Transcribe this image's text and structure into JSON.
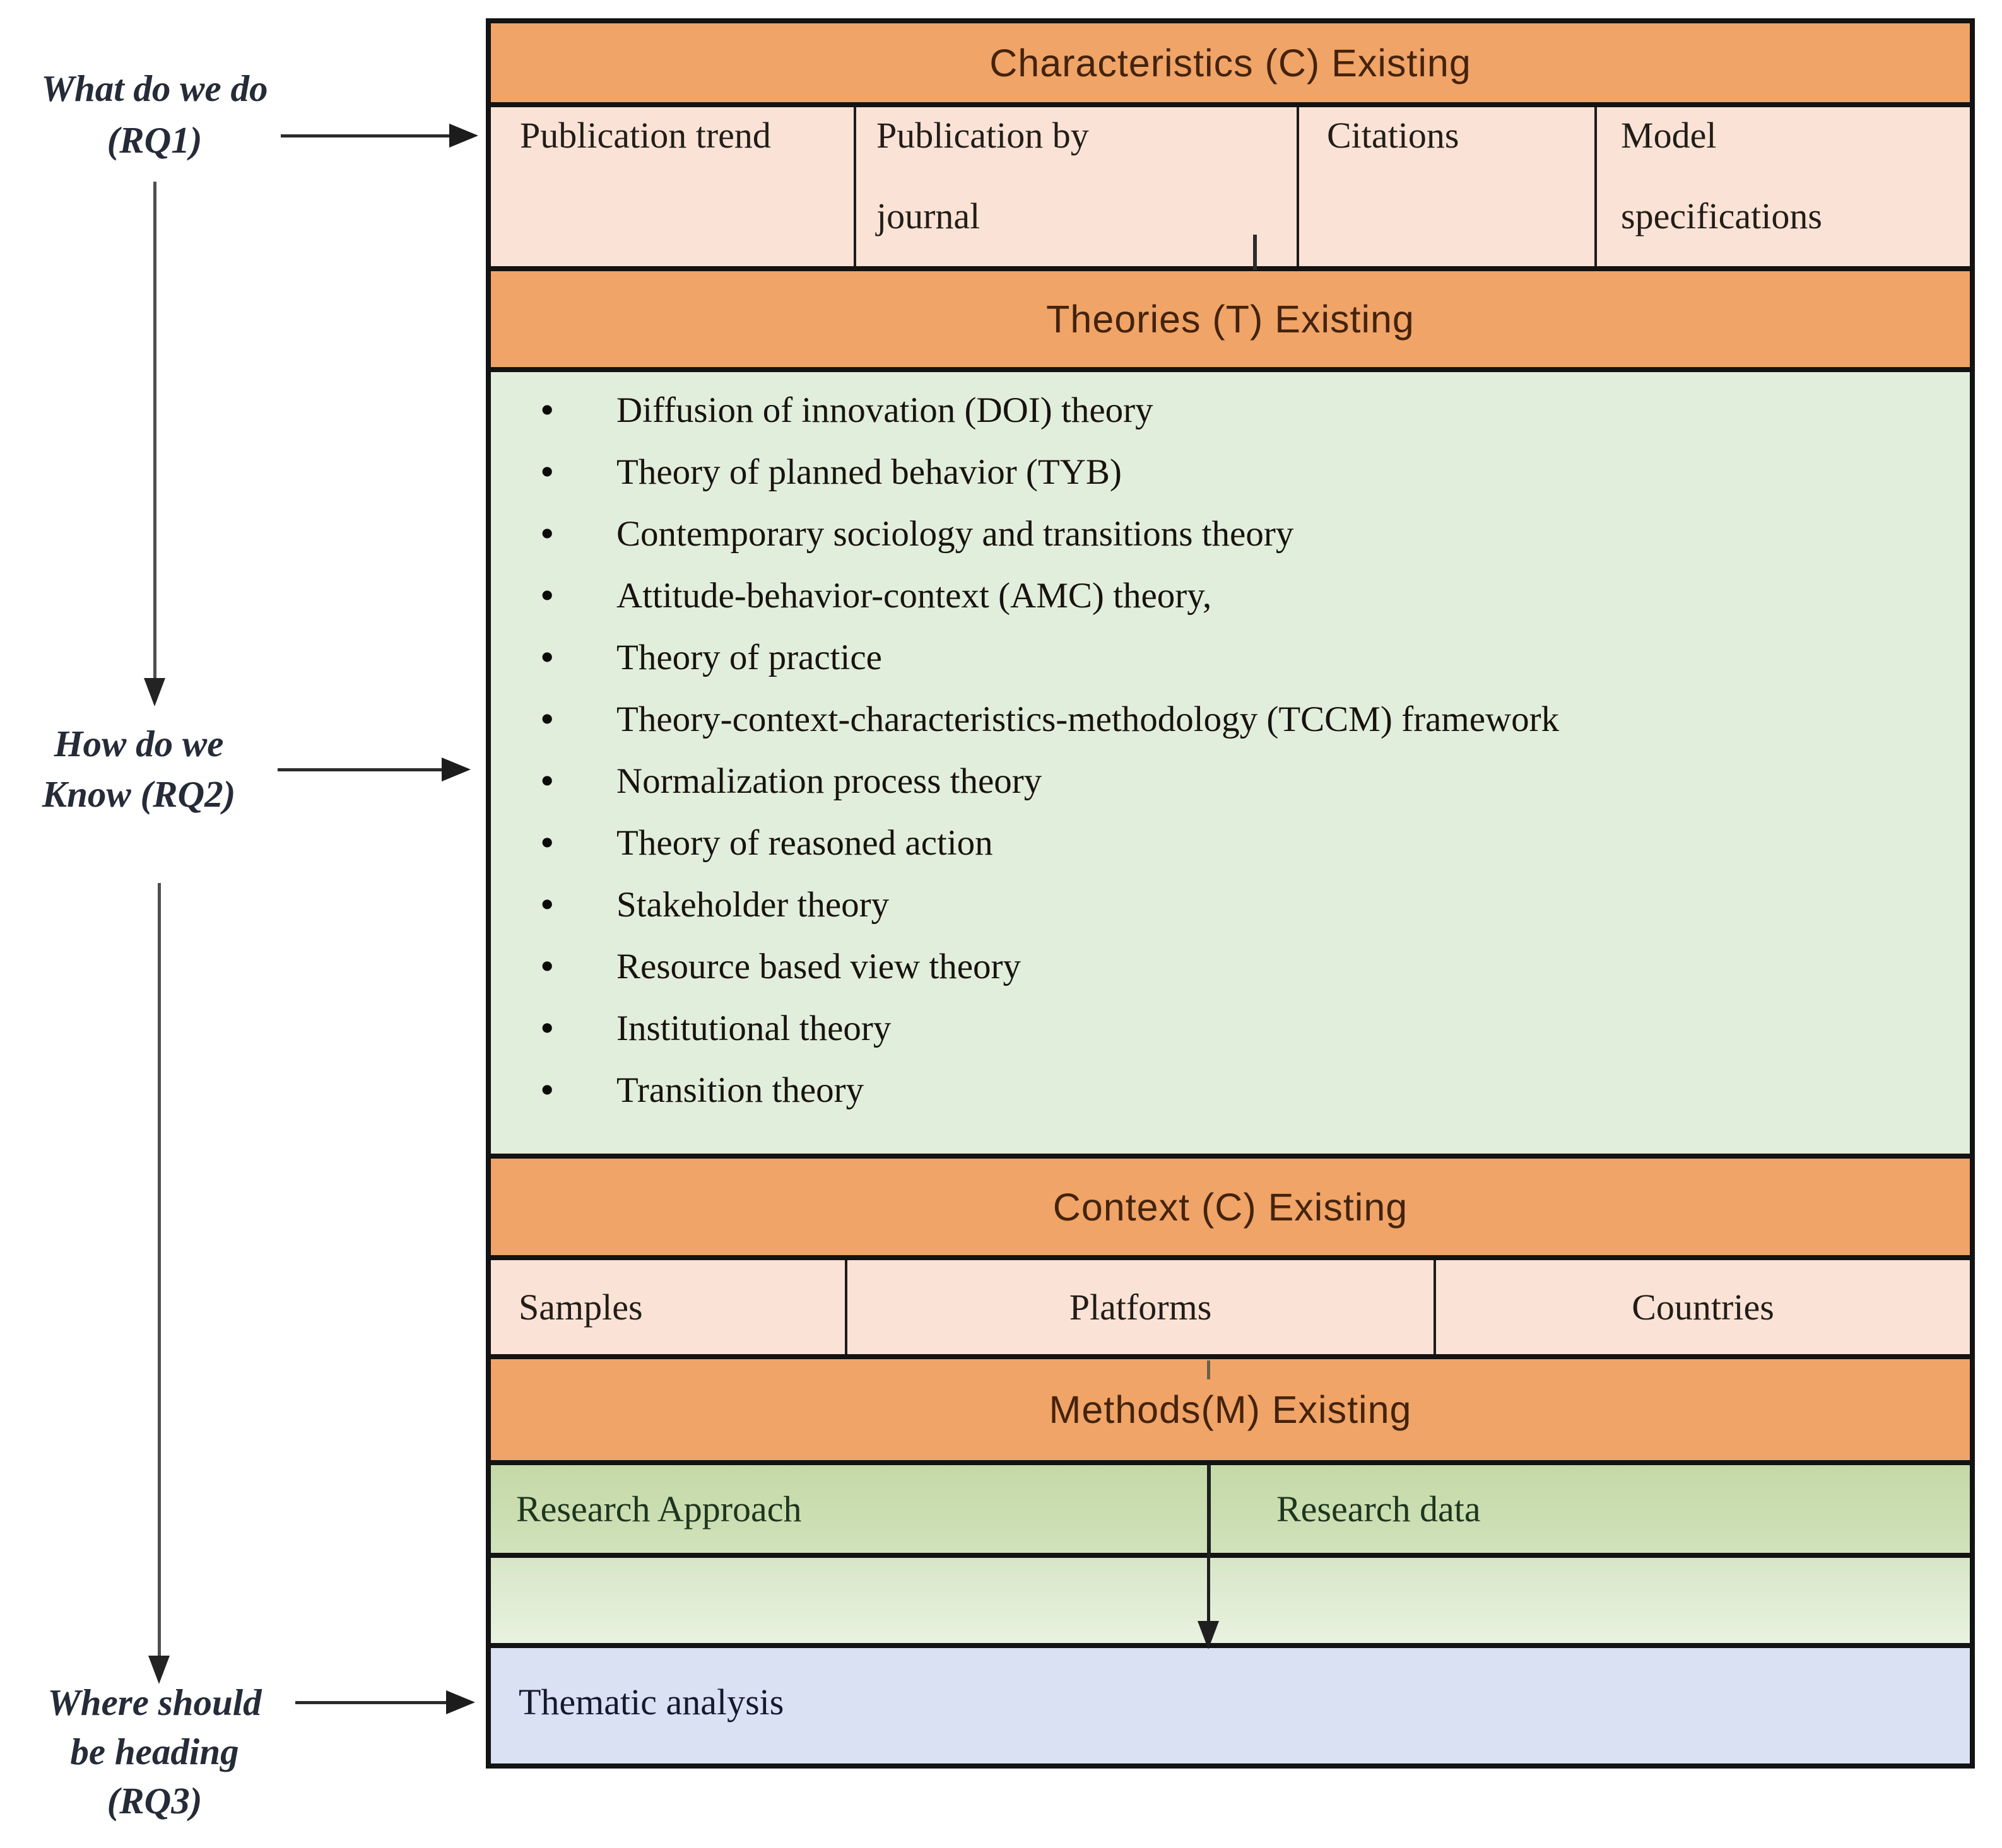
{
  "colors": {
    "header_orange": "#F0A467",
    "peach_cell": "#FAE3D6",
    "theories_green": "#E2EEDC",
    "methods_green": "#C9DCAD",
    "empty_row_green": "#DDEACD",
    "thematic_blue": "#D9E1F3",
    "border_black": "#131313"
  },
  "annotations": {
    "rq1": {
      "line1": "What do we do",
      "line2": "(RQ1)"
    },
    "rq2": {
      "line1": "How do we",
      "line2": "Know (RQ2)"
    },
    "rq3": {
      "line1": "Where should",
      "line2": "be heading",
      "line3": "(RQ3)"
    }
  },
  "table": {
    "characteristics": {
      "header": "Characteristics (C) Existing",
      "cells": [
        {
          "lines": [
            "Publication trend"
          ]
        },
        {
          "lines": [
            "Publication by",
            "journal"
          ]
        },
        {
          "lines": [
            "Citations"
          ]
        },
        {
          "lines": [
            "Model",
            "specifications"
          ]
        }
      ]
    },
    "theories": {
      "header": "Theories (T) Existing",
      "items": [
        "Diffusion of innovation (DOI) theory",
        "Theory of planned behavior (TYB)",
        "Contemporary sociology and transitions theory",
        "Attitude-behavior-context (AMC) theory,",
        "Theory of practice",
        "Theory-context-characteristics-methodology (TCCM) framework",
        "Normalization process theory",
        "Theory of reasoned action",
        "Stakeholder theory",
        "Resource based view theory",
        "Institutional theory",
        "Transition theory"
      ]
    },
    "context": {
      "header": "Context (C) Existing",
      "cells": [
        "Samples",
        "Platforms",
        "Countries"
      ]
    },
    "methods": {
      "header": "Methods(M) Existing",
      "cells": [
        "Research Approach",
        "Research data"
      ]
    },
    "thematic": {
      "label": "Thematic analysis"
    }
  }
}
